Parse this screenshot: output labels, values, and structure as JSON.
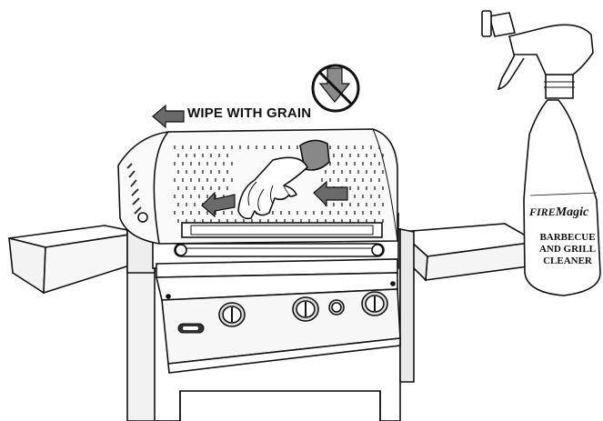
{
  "instruction": {
    "text": "WIPE WITH GRAIN"
  },
  "bottle": {
    "brand_a": "FIRE",
    "brand_b": "Magic",
    "label_lines": [
      "BARBECUE",
      "AND GRILL",
      "CLEANER"
    ]
  },
  "icons": [
    "direction-arrow-icon",
    "no-downward-wipe-icon",
    "wiping-hand-icon",
    "spray-bottle-icon"
  ],
  "colors": {
    "ink": "#111111",
    "arrow_fill": "#6a6a6a",
    "hood_fill": "#fafafa"
  }
}
